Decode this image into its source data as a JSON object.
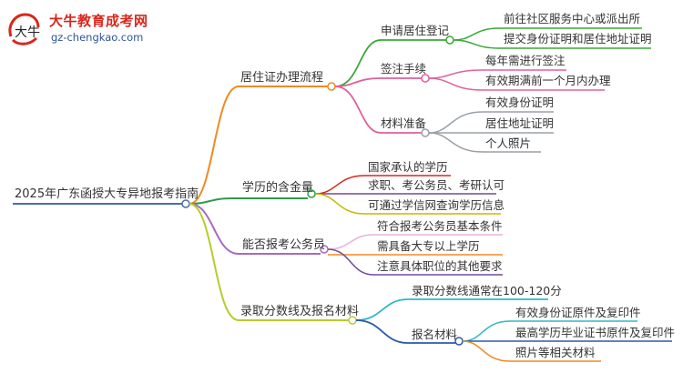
{
  "logo": {
    "title": "大牛教育成考网",
    "url": "gz-chengkao.com",
    "mark_text": "大牛"
  },
  "colors": {
    "root": "#4a6fa5",
    "branch1": "#f08a24",
    "branch1_sub1": "#3aa836",
    "branch1_sub2": "#e0609a",
    "branch1_sub3": "#9aa0a6",
    "branch2": "#2e9a4a",
    "branch3": "#a56cc1",
    "branch4": "#b8cc2a",
    "branch4_sub1": "#2fb8c8",
    "branch4_sub2": "#2b5aa8"
  },
  "root": "2025年广东函授大专异地报考指南",
  "branches": [
    {
      "label": "居住证办理流程",
      "children": [
        {
          "label": "申请居住登记",
          "children": [
            "前往社区服务中心或派出所",
            "提交身份证明和居住地址证明"
          ]
        },
        {
          "label": "签注手续",
          "children": [
            "每年需进行签注",
            "有效期满前一个月内办理"
          ]
        },
        {
          "label": "材料准备",
          "children": [
            "有效身份证明",
            "居住地址证明",
            "个人照片"
          ]
        }
      ]
    },
    {
      "label": "学历的含金量",
      "children": [
        "国家承认的学历",
        "求职、考公务员、考研认可",
        "可通过学信网查询学历信息"
      ]
    },
    {
      "label": "能否报考公务员",
      "children": [
        "符合报考公务员基本条件",
        "需具备大专以上学历",
        "注意具体职位的其他要求"
      ]
    },
    {
      "label": "录取分数线及报名材料",
      "children": [
        {
          "label": "录取分数线通常在100-120分"
        },
        {
          "label": "报名材料",
          "children": [
            "有效身份证原件及复印件",
            "最高学历毕业证书原件及复印件",
            "照片等相关材料"
          ]
        }
      ]
    }
  ]
}
